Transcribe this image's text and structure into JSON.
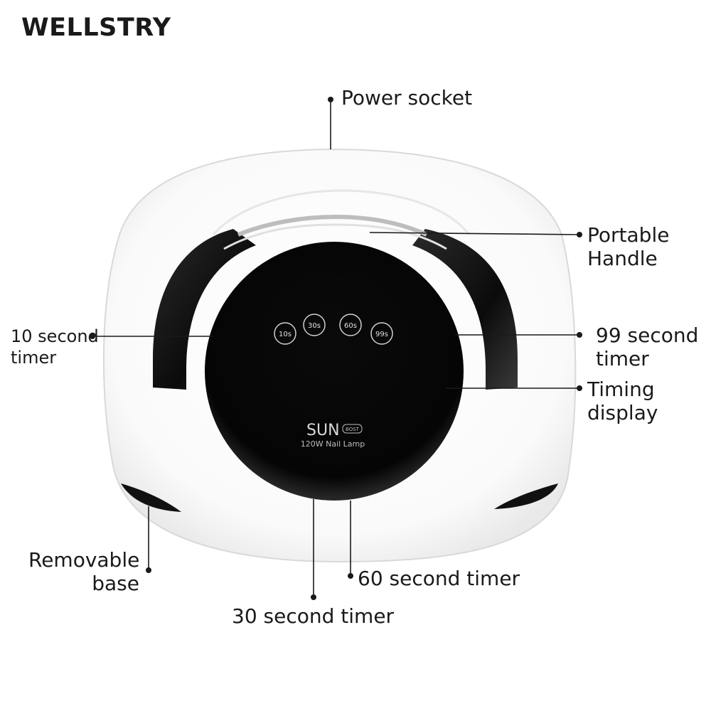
{
  "brand": "WELLSTRY",
  "lamp": {
    "buttons": [
      "10s",
      "30s",
      "60s",
      "99s"
    ],
    "logo_text": "SUN",
    "logo_badge": "BOST",
    "subtitle": "120W Nail Lamp"
  },
  "callouts": {
    "power_socket": [
      "Power socket"
    ],
    "portable_handle": [
      "Portable",
      "Handle"
    ],
    "ten_second_timer": [
      "10 second",
      "timer"
    ],
    "ninety_nine_second_timer": [
      "99 second",
      "timer"
    ],
    "timing_display": [
      "Timing",
      "display"
    ],
    "removable_base": [
      "Removable",
      "base"
    ],
    "sixty_second_timer": [
      "60 second timer"
    ],
    "thirty_second_timer": [
      "30 second timer"
    ]
  }
}
